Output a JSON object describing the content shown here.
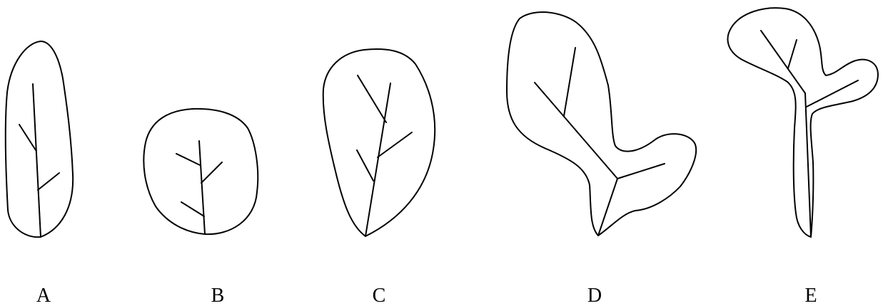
{
  "leaves": [
    {
      "id": "A",
      "label": "A"
    },
    {
      "id": "B",
      "label": "B"
    },
    {
      "id": "C",
      "label": "C"
    },
    {
      "id": "D",
      "label": "D"
    },
    {
      "id": "E",
      "label": "E"
    }
  ]
}
